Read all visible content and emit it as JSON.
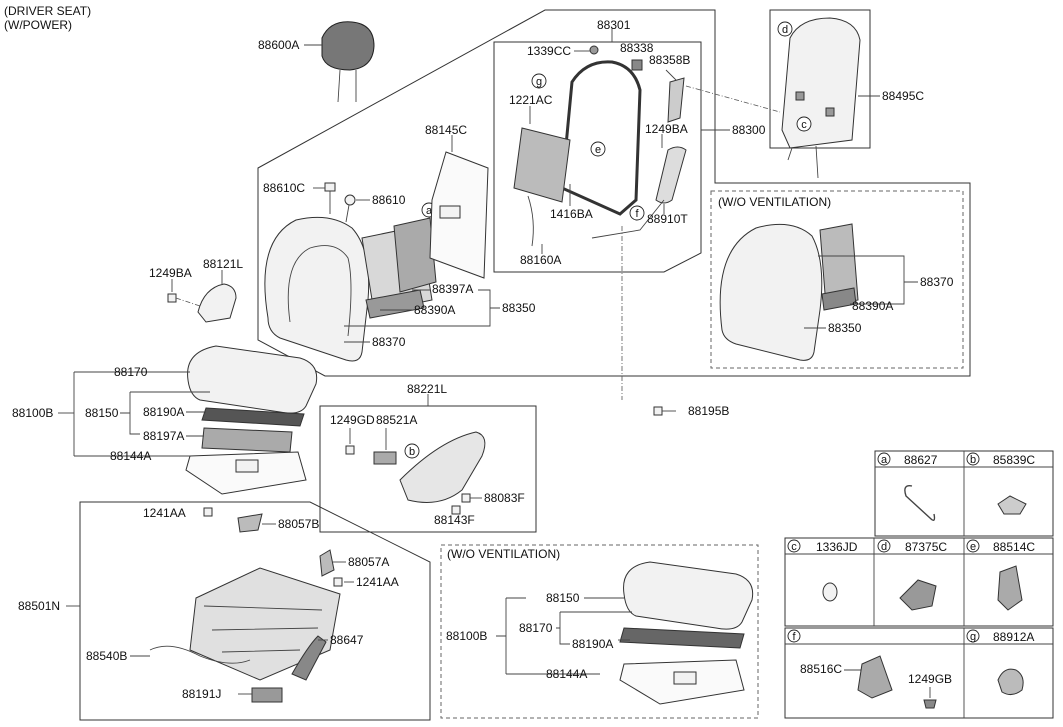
{
  "header": {
    "line1": "(DRIVER SEAT)",
    "line2": "(W/POWER)"
  },
  "labels": {
    "p88600A": "88600A",
    "p88610C": "88610C",
    "p88610": "88610",
    "p88145C": "88145C",
    "p1249BA_left": "1249BA",
    "p88121L": "88121L",
    "p88397A": "88397A",
    "p88390A": "88390A",
    "p88350": "88350",
    "p88370": "88370",
    "p88170": "88170",
    "p88100B": "88100B",
    "p88150": "88150",
    "p88190A": "88190A",
    "p88197A": "88197A",
    "p88144A": "88144A",
    "p88301": "88301",
    "p1339CC": "1339CC",
    "p88338": "88338",
    "p88358B": "88358B",
    "p1221AC": "1221AC",
    "p1249BA_frame": "1249BA",
    "p88300": "88300",
    "p1416BA": "1416BA",
    "p88160A": "88160A",
    "p88910T": "88910T",
    "p88495C": "88495C",
    "wo_vent_top": "(W/O VENTILATION)",
    "p88370_r": "88370",
    "p88390A_r": "88390A",
    "p88350_r": "88350",
    "p88195B": "88195B",
    "p88221L": "88221L",
    "p1249GD": "1249GD",
    "p88521A": "88521A",
    "p88083F": "88083F",
    "p88143F": "88143F",
    "p1241AA_a": "1241AA",
    "p88057B": "88057B",
    "p88057A": "88057A",
    "p1241AA_b": "1241AA",
    "p88501N": "88501N",
    "p88540B": "88540B",
    "p88647": "88647",
    "p88191J": "88191J",
    "wo_vent_bottom": "(W/O VENTILATION)",
    "p88150_b": "88150",
    "p88100B_b": "88100B",
    "p88170_b": "88170",
    "p88190A_b": "88190A",
    "p88144A_b": "88144A"
  },
  "callouts": {
    "a": "a",
    "b": "b",
    "c": "c",
    "d": "d",
    "e": "e",
    "f": "f",
    "g": "g"
  },
  "legend": {
    "a": {
      "letter": "a",
      "part": "88627"
    },
    "b": {
      "letter": "b",
      "part": "85839C"
    },
    "c": {
      "letter": "c",
      "part": "1336JD"
    },
    "d": {
      "letter": "d",
      "part": "87375C"
    },
    "e": {
      "letter": "e",
      "part": "88514C"
    },
    "f": {
      "letter": "f",
      "part_1": "88516C",
      "part_2": "1249GB"
    },
    "g": {
      "letter": "g",
      "part": "88912A"
    }
  }
}
